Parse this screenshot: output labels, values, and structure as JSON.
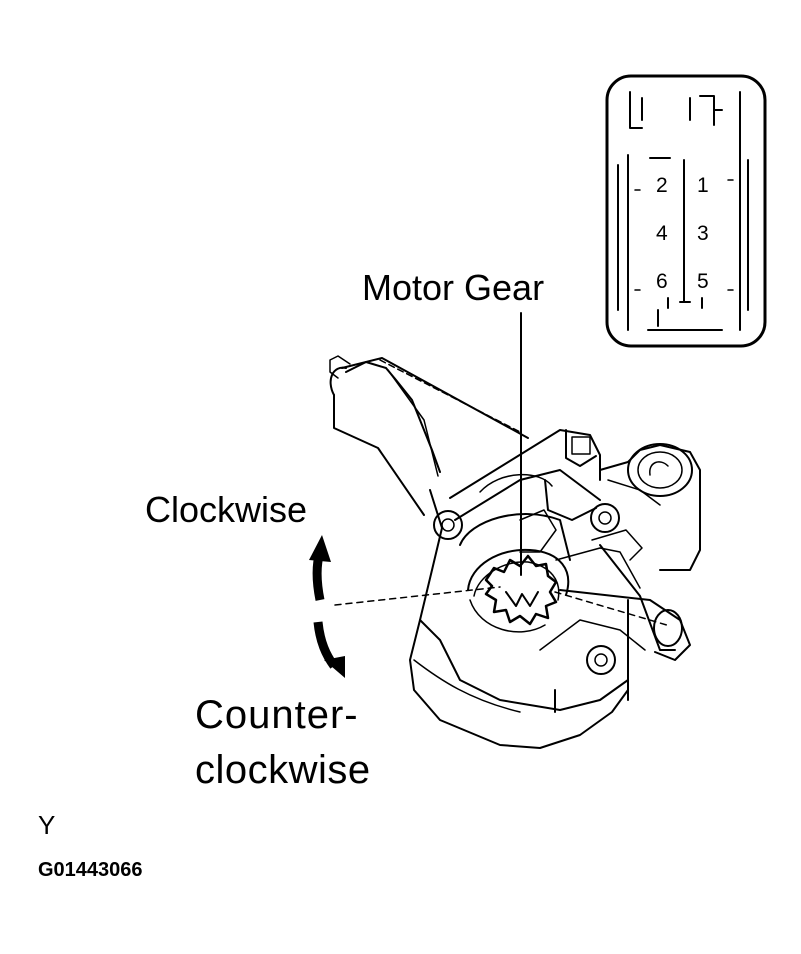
{
  "labels": {
    "motor_gear": "Motor Gear",
    "clockwise": "Clockwise",
    "counterclockwise_line1": "Counter-",
    "counterclockwise_line2": "clockwise",
    "view": "Y",
    "figure_code": "G01443066"
  },
  "connector": {
    "pins": [
      "2",
      "1",
      "4",
      "3",
      "6",
      "5"
    ]
  },
  "colors": {
    "ink": "#000000",
    "paper": "#ffffff"
  }
}
